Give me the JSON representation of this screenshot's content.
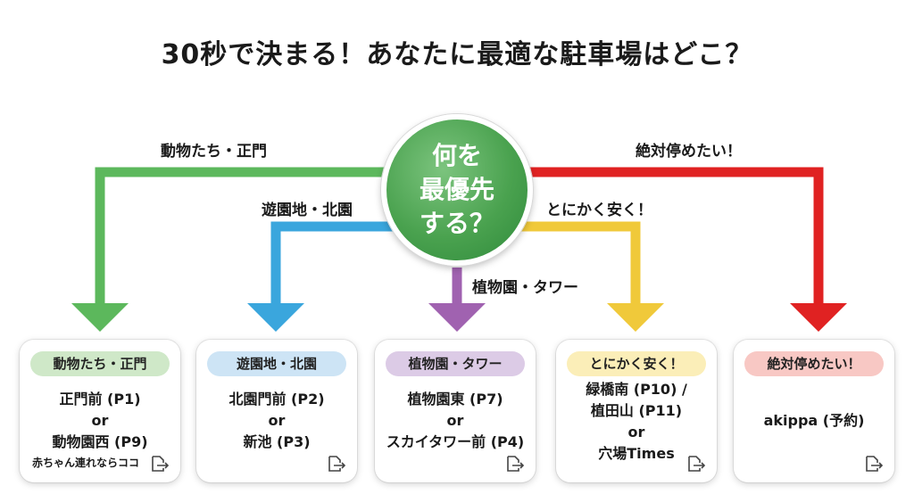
{
  "title": "30秒で決まる！あなたに最適な駐車場はどこ？",
  "center": {
    "lines": [
      "何を",
      "最優先",
      "する？"
    ]
  },
  "branch_labels": {
    "green": "動物たち・正門",
    "blue": "遊園地・北園",
    "purple": "植物園・タワー",
    "yellow": "とにかく安く！",
    "red": "絶対停めたい！"
  },
  "colors": {
    "green": "#5cb85c",
    "blue": "#3aa6dd",
    "purple": "#a062b0",
    "yellow": "#f0c93a",
    "red": "#e02222",
    "pill_green": "#cfe8c8",
    "pill_blue": "#cde4f5",
    "pill_purple": "#dccbe6",
    "pill_yellow": "#fbeeb8",
    "pill_red": "#f8c8c4"
  },
  "cards": [
    {
      "pill": "動物たち・正門",
      "lines": [
        "正門前 (P1)",
        "or",
        "動物園西 (P9)"
      ],
      "note": "赤ちゃん連れならココ",
      "icon": "share-icon"
    },
    {
      "pill": "遊園地・北園",
      "lines": [
        "北園門前 (P2)",
        "or",
        "新池 (P3)"
      ],
      "note": "",
      "icon": "share-icon"
    },
    {
      "pill": "植物園・タワー",
      "lines": [
        "植物園東 (P7)",
        "or",
        "スカイタワー前 (P4)"
      ],
      "note": "",
      "icon": "share-icon"
    },
    {
      "pill": "とにかく安く！",
      "lines": [
        "緑橋南 (P10) /",
        "植田山 (P11)",
        "or",
        "穴場Times"
      ],
      "note": "",
      "icon": "share-icon"
    },
    {
      "pill": "絶対停めたい！",
      "lines": [
        "akippa (予約)"
      ],
      "note": "",
      "icon": "share-icon"
    }
  ]
}
